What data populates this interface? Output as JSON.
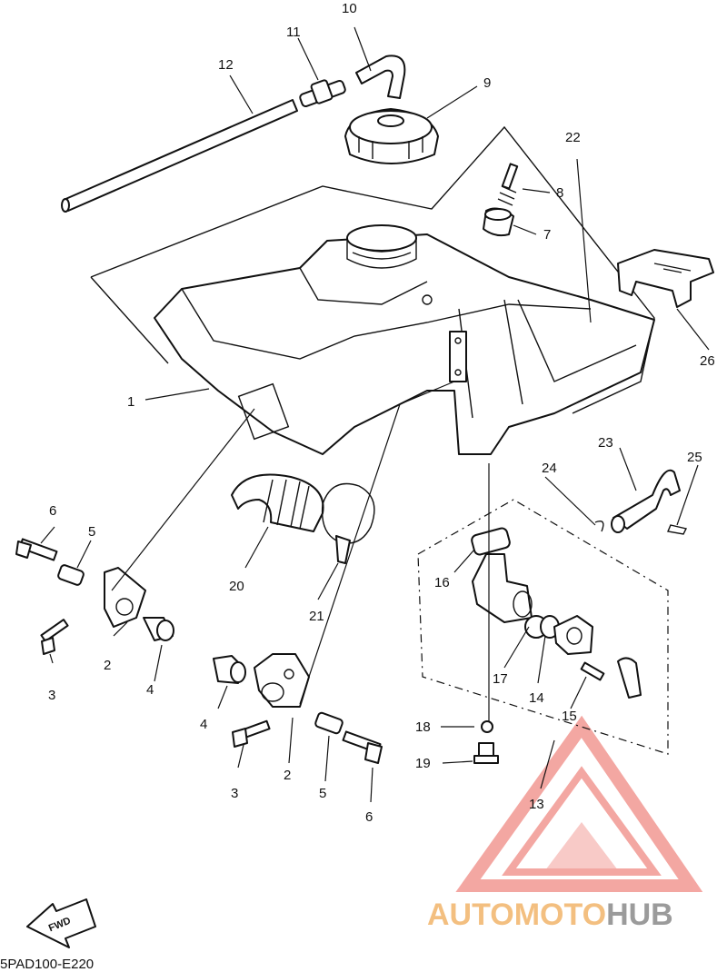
{
  "callouts": [
    {
      "id": "c1",
      "text": "1"
    },
    {
      "id": "c2a",
      "text": "2"
    },
    {
      "id": "c2b",
      "text": "2"
    },
    {
      "id": "c3a",
      "text": "3"
    },
    {
      "id": "c3b",
      "text": "3"
    },
    {
      "id": "c4a",
      "text": "4"
    },
    {
      "id": "c4b",
      "text": "4"
    },
    {
      "id": "c5a",
      "text": "5"
    },
    {
      "id": "c5b",
      "text": "5"
    },
    {
      "id": "c6a",
      "text": "6"
    },
    {
      "id": "c6b",
      "text": "6"
    },
    {
      "id": "c7",
      "text": "7"
    },
    {
      "id": "c8",
      "text": "8"
    },
    {
      "id": "c9",
      "text": "9"
    },
    {
      "id": "c10",
      "text": "10"
    },
    {
      "id": "c11",
      "text": "11"
    },
    {
      "id": "c12",
      "text": "12"
    },
    {
      "id": "c13",
      "text": "13"
    },
    {
      "id": "c14",
      "text": "14"
    },
    {
      "id": "c15",
      "text": "15"
    },
    {
      "id": "c16",
      "text": "16"
    },
    {
      "id": "c17",
      "text": "17"
    },
    {
      "id": "c18",
      "text": "18"
    },
    {
      "id": "c19",
      "text": "19"
    },
    {
      "id": "c20",
      "text": "20"
    },
    {
      "id": "c21",
      "text": "21"
    },
    {
      "id": "c22",
      "text": "22"
    },
    {
      "id": "c23",
      "text": "23"
    },
    {
      "id": "c24",
      "text": "24"
    },
    {
      "id": "c25",
      "text": "25"
    },
    {
      "id": "c26",
      "text": "26"
    }
  ],
  "fwd_label": "FWD",
  "diagram_code": "5PAD100-E220",
  "watermark": {
    "brand_red": "AUTOMOTO",
    "brand_gray": "HUB",
    "red_color": "#f08a84",
    "orange_color": "#f2b56b",
    "gray_color": "#8a8a8a"
  }
}
